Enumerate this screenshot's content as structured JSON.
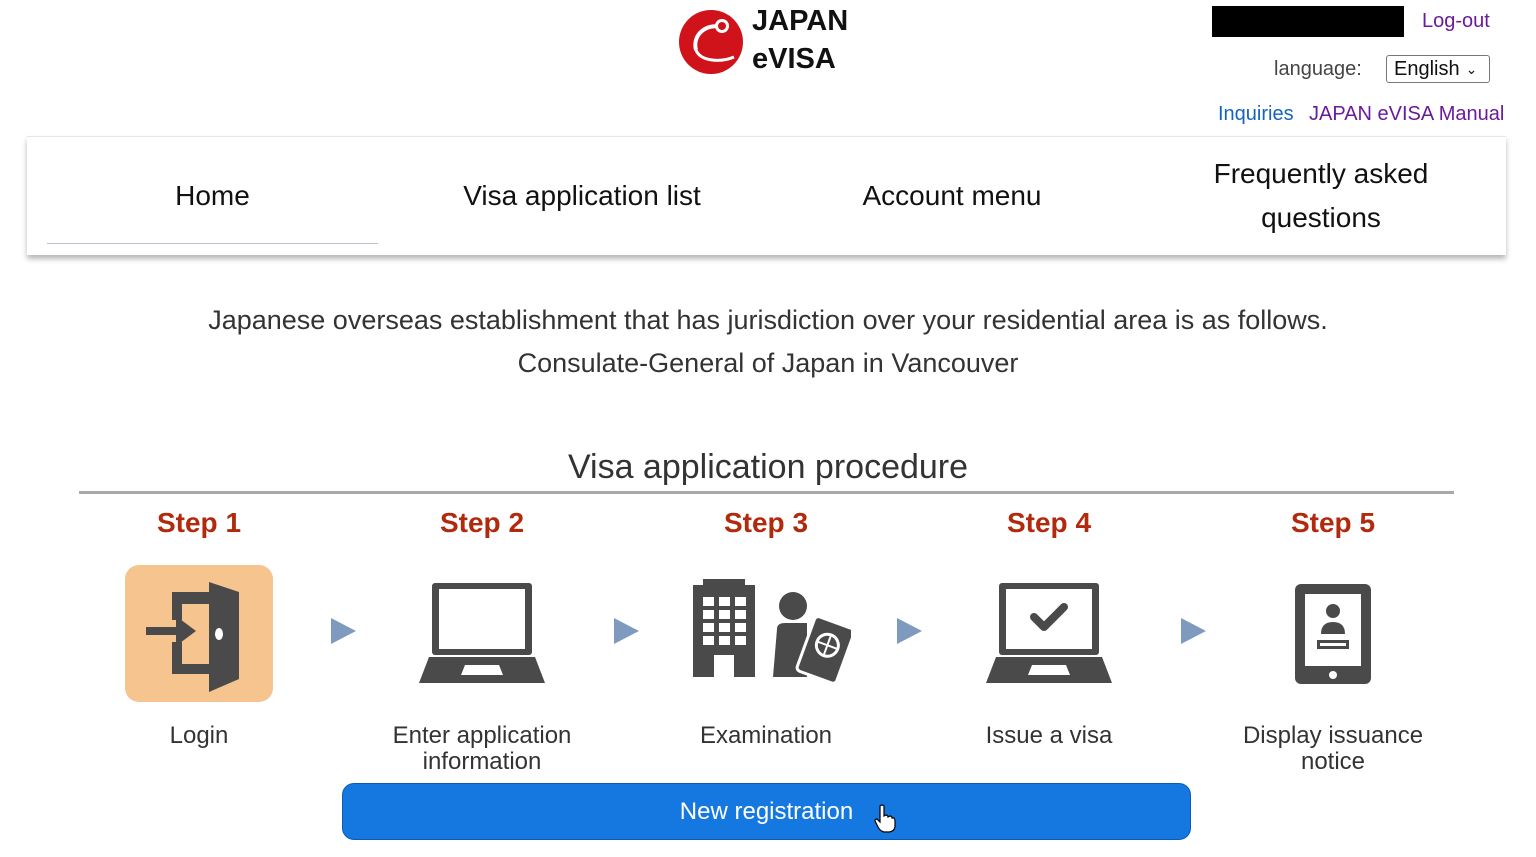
{
  "header": {
    "logo": {
      "line1": "JAPAN",
      "line2": "eVISA",
      "color": "#d0121b"
    },
    "logout_label": "Log-out",
    "language_label": "language:",
    "language_selected": "English",
    "links": {
      "inquiries": "Inquiries",
      "manual": "JAPAN eVISA Manual"
    }
  },
  "nav": {
    "items": [
      {
        "label": "Home",
        "active": true
      },
      {
        "label": "Visa application list"
      },
      {
        "label": "Account menu"
      },
      {
        "label": "Frequently asked questions"
      }
    ]
  },
  "jurisdiction": {
    "line1": "Japanese overseas establishment that has jurisdiction over your residential area is as follows.",
    "line2": "Consulate-General of Japan in Vancouver"
  },
  "procedure": {
    "title": "Visa application procedure",
    "steps": [
      {
        "label": "Step 1",
        "caption": "Login",
        "icon": "login-door-icon"
      },
      {
        "label": "Step 2",
        "caption": "Enter application information",
        "icon": "laptop-icon"
      },
      {
        "label": "Step 3",
        "caption": "Examination",
        "icon": "building-passport-icon"
      },
      {
        "label": "Step 4",
        "caption": "Issue a visa",
        "icon": "laptop-check-icon"
      },
      {
        "label": "Step 5",
        "caption": "Display issuance notice",
        "icon": "tablet-id-icon"
      }
    ],
    "step_color": "#b22a0e",
    "arrow_color": "#7f9abf"
  },
  "new_registration": {
    "label": "New registration",
    "color": "#1577e0"
  }
}
